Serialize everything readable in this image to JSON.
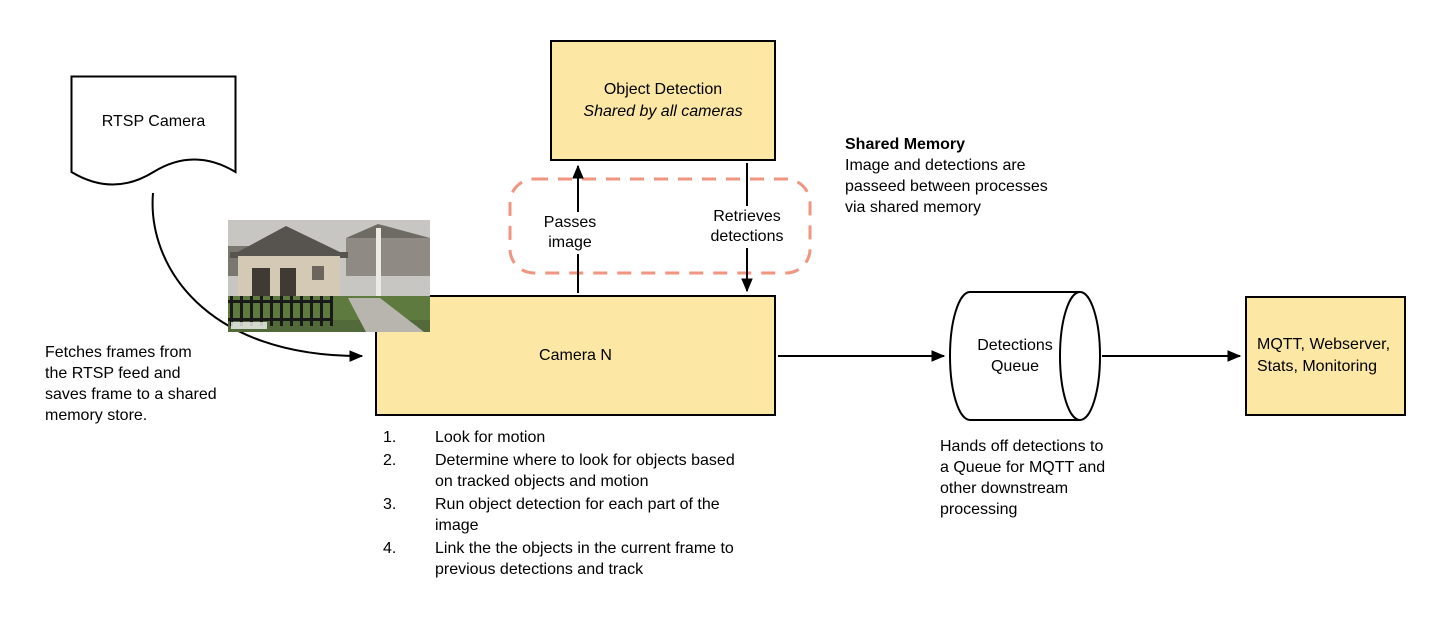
{
  "colors": {
    "node_fill": "#fce8a4",
    "node_border": "#000000",
    "shared_memory_outline": "#f0957f",
    "connector": "#000000",
    "background": "#ffffff"
  },
  "nodes": {
    "rtsp_camera": {
      "label": "RTSP Camera"
    },
    "object_detection": {
      "title": "Object Detection",
      "subtitle": "Shared by all cameras"
    },
    "camera_n": {
      "label": "Camera N"
    },
    "detections_queue": {
      "label": "Detections Queue"
    },
    "outputs": {
      "label": "MQTT, Webserver, Stats, Monitoring"
    }
  },
  "edge_labels": {
    "passes_image": "Passes image",
    "retrieves_detections": "Retrieves detections"
  },
  "annotations": {
    "shared_memory_title": "Shared Memory",
    "shared_memory_body": "Image and detections are passeed between processes via shared memory",
    "fetch_frames": "Fetches frames from the RTSP feed and saves frame to a shared memory store.",
    "hands_off": "Hands off detections to a Queue for MQTT and other downstream processing",
    "camera_steps": [
      {
        "num": "1.",
        "text": "Look for motion"
      },
      {
        "num": "2.",
        "text": "Determine where to look for objects based on tracked objects and motion"
      },
      {
        "num": "3.",
        "text": "Run object detection for each part of the image"
      },
      {
        "num": "4.",
        "text": "Link the the objects in the current frame to previous detections and track"
      }
    ],
    "camera_snapshot_alt": "RTSP camera frame of a backyard with house, fence and sidewalk"
  }
}
